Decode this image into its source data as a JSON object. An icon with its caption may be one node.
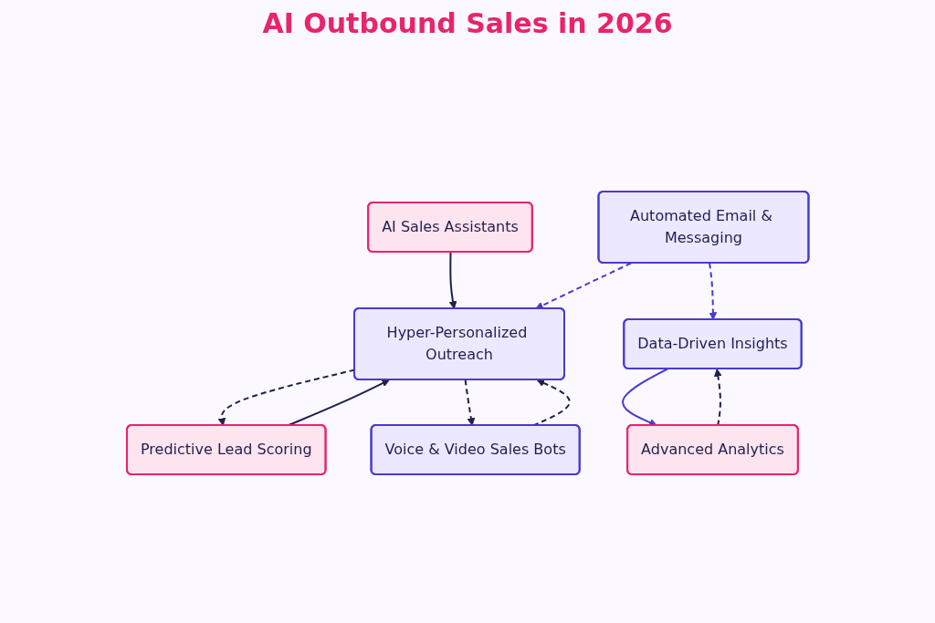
{
  "diagram": {
    "title": "AI Outbound Sales in 2026",
    "nodes": [
      {
        "text": [
          "AI Sales Assistants"
        ]
      },
      {
        "text": [
          "Hyper-Personalized Outreach"
        ]
      },
      {
        "text": [
          "Predictive Lead Scoring"
        ]
      },
      {
        "text": [
          "Automated Email & Messaging"
        ]
      },
      {
        "text": [
          "Advanced Analytics"
        ]
      },
      {
        "text": [
          "Voice & Video Sales Bots"
        ]
      },
      {
        "text": [
          "Data-Driven Insights"
        ]
      }
    ],
    "edges": [
      {
        "from": 0,
        "to": 1,
        "arrow": "to"
      },
      {
        "from": 1,
        "to": 2,
        "arrow": "to",
        "style": "dashed"
      },
      {
        "from": 2,
        "to": 1,
        "arrow": "to"
      },
      {
        "from": 3,
        "to": 1,
        "arrow": "to",
        "style": "dashed",
        "color": "#4a3ad0"
      },
      {
        "from": 1,
        "to": 5,
        "arrow": "to",
        "style": "dashed"
      },
      {
        "from": 5,
        "to": 1,
        "arrow": "to",
        "style": "dashed"
      },
      {
        "from": 3,
        "to": 6,
        "arrow": "to",
        "style": "dashed",
        "color": "#4a3ad0"
      },
      {
        "from": 6,
        "to": 4,
        "arrow": "to",
        "color": "#4a3ad0"
      },
      {
        "from": 4,
        "to": 6,
        "arrow": "to",
        "style": "dashed"
      }
    ]
  }
}
